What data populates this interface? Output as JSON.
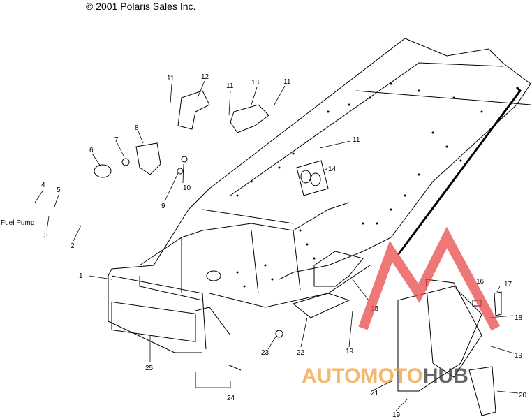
{
  "copyright": "© 2001 Polaris Sales Inc.",
  "annotation": "Fuel Pump",
  "callouts": [
    "1",
    "2",
    "3",
    "4",
    "5",
    "6",
    "7",
    "8",
    "9",
    "10",
    "11",
    "11",
    "11",
    "11",
    "12",
    "13",
    "14",
    "15",
    "16",
    "17",
    "18",
    "19",
    "19",
    "19",
    "20",
    "21",
    "22",
    "23",
    "24",
    "25"
  ],
  "watermark": {
    "part1": "AUTOMOTO",
    "part2": "HUB"
  },
  "colors": {
    "line": "#000000",
    "watermark_red": "#e84a4a",
    "watermark_orange": "#f0a040",
    "watermark_dark": "#333333"
  }
}
